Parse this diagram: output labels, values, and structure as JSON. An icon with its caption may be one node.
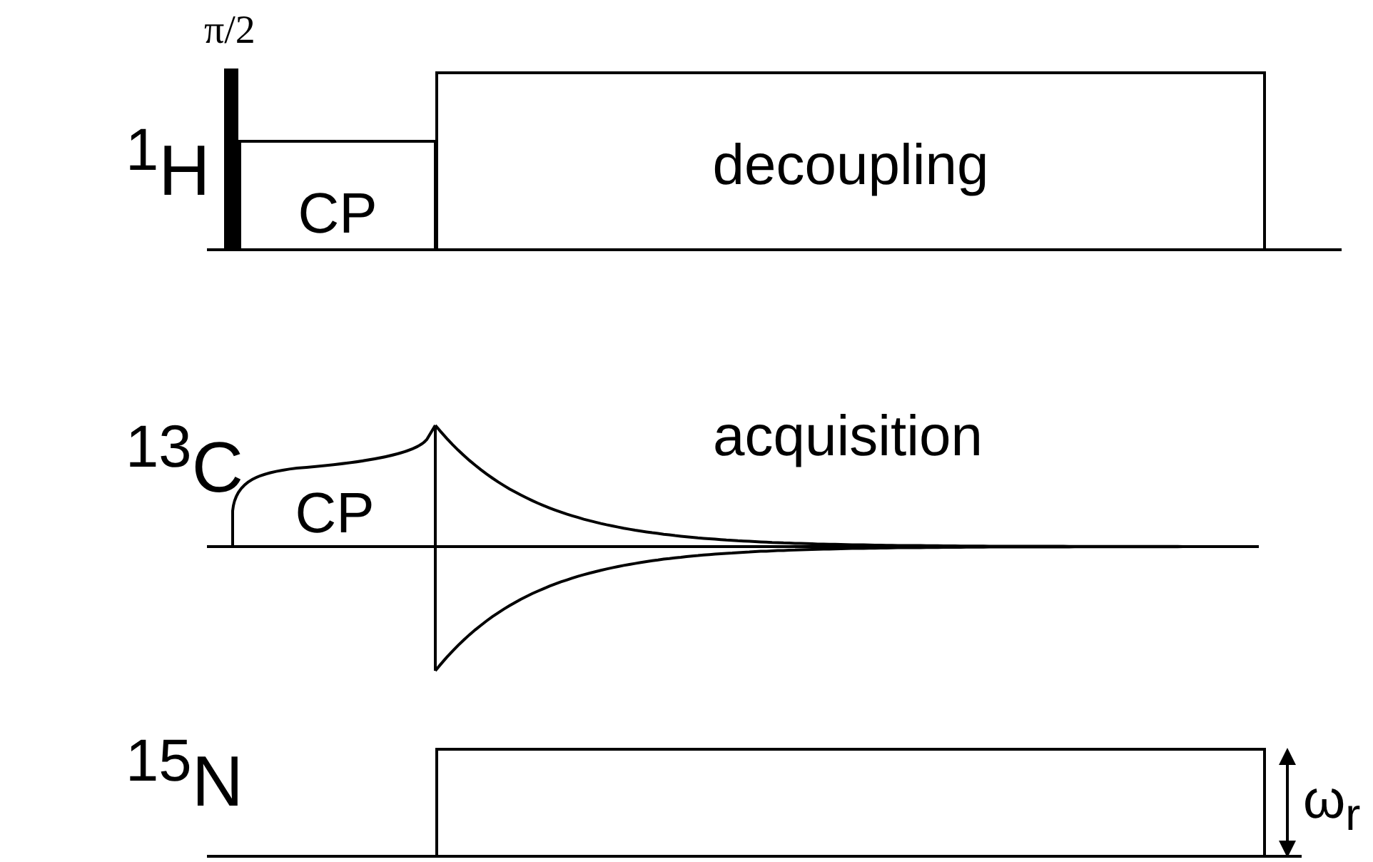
{
  "diagram": {
    "nodes": [
      {
        "text": [],
        "shape": "bar",
        "beside": [
          "π/2"
        ]
      },
      {
        "text": [
          "CP"
        ]
      },
      {
        "text": [
          "decoupling"
        ]
      },
      {
        "text": [
          "CP"
        ]
      },
      {
        "text": [
          "acquisition"
        ]
      },
      {
        "text": [],
        "shape": "box"
      }
    ],
    "labels": [
      "$^{1}$H",
      "$^{13}$C",
      "$^{15}$N",
      "ω$_{r}$"
    ]
  }
}
